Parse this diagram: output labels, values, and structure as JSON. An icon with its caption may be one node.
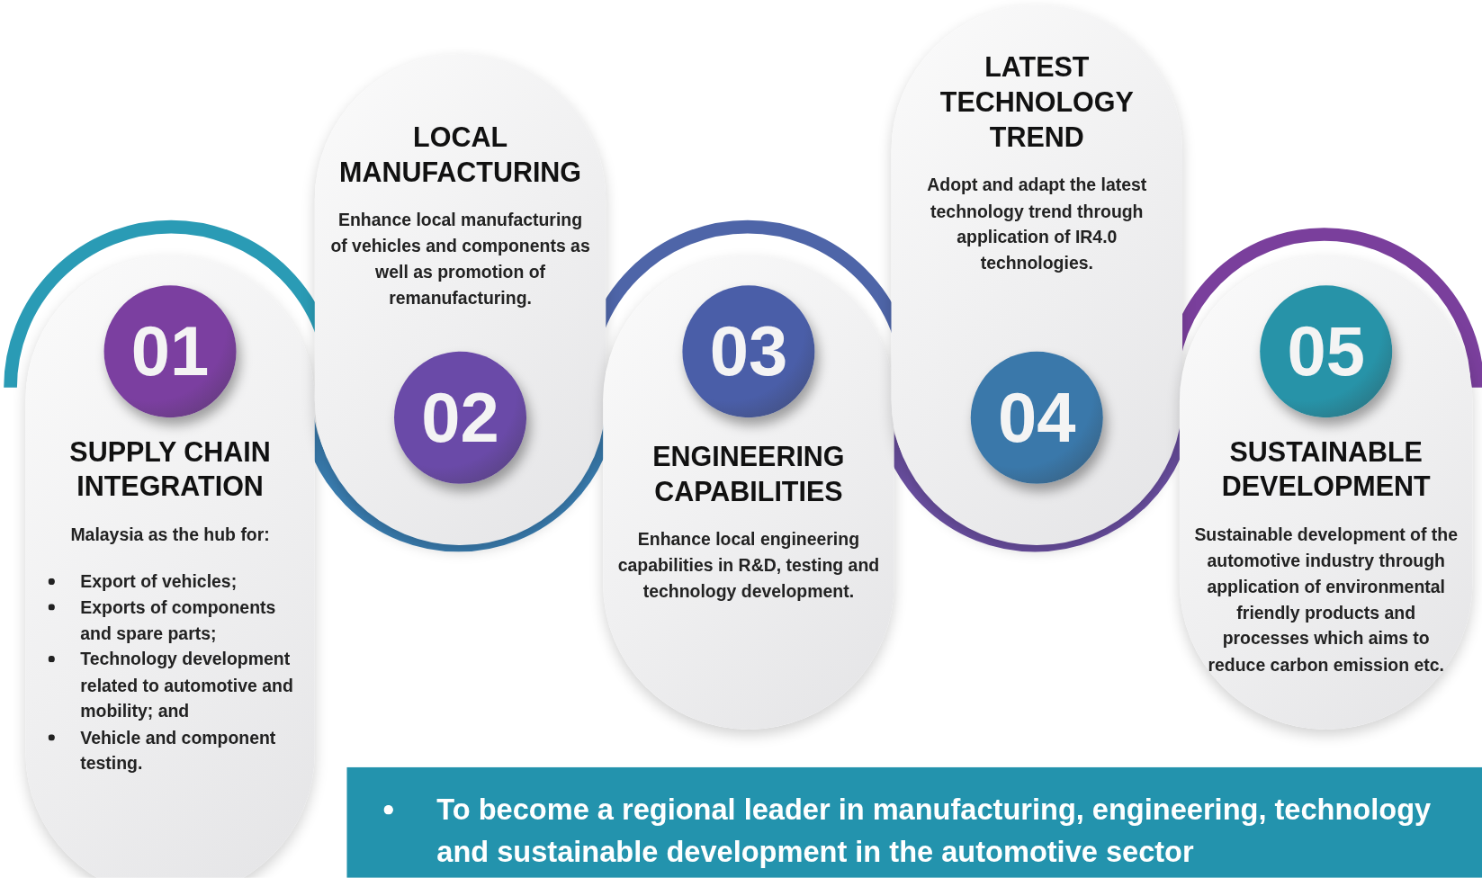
{
  "diagram": {
    "nodes": [
      {
        "text": [
          "SUPPLY CHAIN INTEGRATION",
          "Malaysia as the hub for:",
          "Export of vehicles;",
          "Exports of components and spare parts;",
          "Technology development related to automotive and mobility; and",
          "Vehicle and component testing."
        ]
      },
      {
        "text": [
          "01"
        ],
        "in": 0
      },
      {
        "text": [
          "LOCAL MANUFACTURING",
          "Enhance local manufacturing of vehicles and components as well as promotion of remanufacturing."
        ]
      },
      {
        "text": [
          "02"
        ],
        "in": 2
      },
      {
        "text": [
          "ENGINEERING CAPABILITIES",
          "Enhance local engineering capabilities in R&D, testing and technology development."
        ]
      },
      {
        "text": [
          "03"
        ],
        "in": 4
      },
      {
        "text": [
          "LATEST TECHNOLOGY TREND",
          "Adopt and adapt the latest technology trend through application of IR4.0 technologies."
        ]
      },
      {
        "text": [
          "04"
        ],
        "in": 6
      },
      {
        "text": [
          "SUSTAINABLE DEVELOPMENT",
          "Sustainable development of the automotive industry through application of environmental friendly products and processes which aims to reduce carbon emission etc."
        ]
      },
      {
        "text": [
          "05"
        ],
        "in": 8
      },
      {
        "text": [
          "To become a regional leader in  manufacturing, engineering, technology and sustainable development in the automotive sector"
        ]
      }
    ],
    "edges": []
  }
}
